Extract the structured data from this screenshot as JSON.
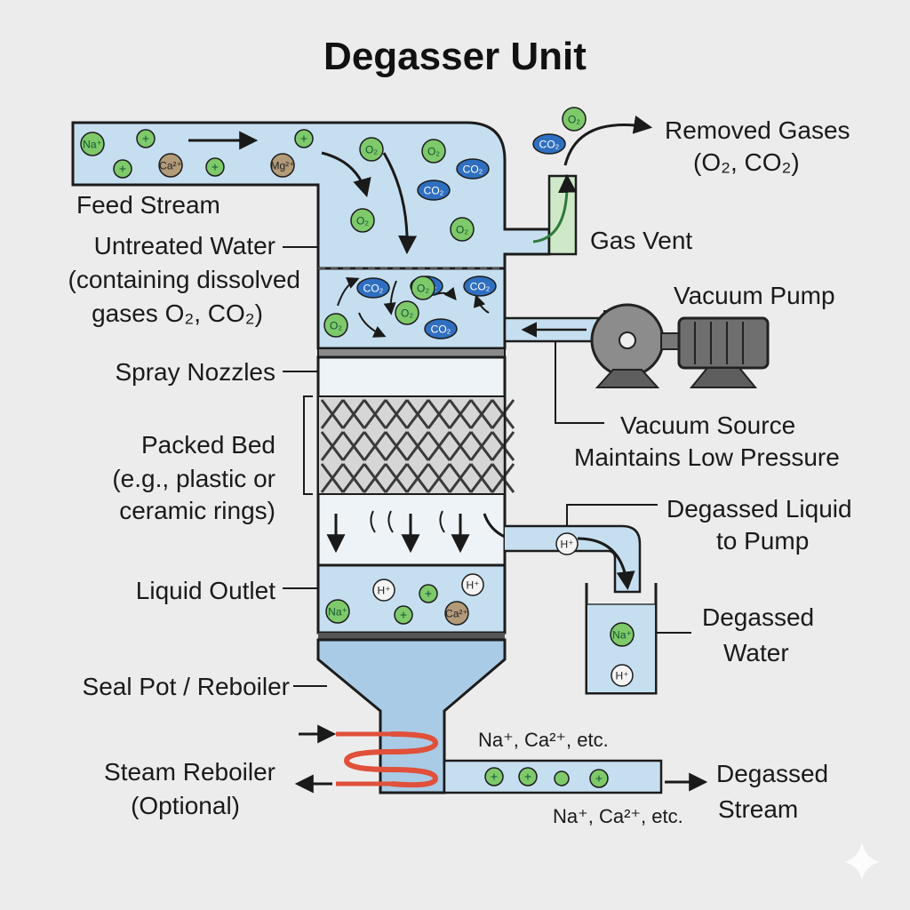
{
  "title": "Degasser Unit",
  "labels": {
    "removed_gases_1": "Removed Gases",
    "removed_gases_2": "(O₂, CO₂)",
    "gas_vent": "Gas Vent",
    "vacuum_pump": "Vacuum Pump",
    "vacuum_source_1": "Vacuum Source",
    "vacuum_source_2": "Maintains Low Pressure",
    "degassed_liquid_1": "Degassed Liquid",
    "degassed_liquid_2": "to Pump",
    "degassed_water_1": "Degassed",
    "degassed_water_2": "Water",
    "degassed_stream_1": "Degassed",
    "degassed_stream_2": "Stream",
    "feed_stream": "Feed Stream",
    "untreated_1": "Untreated Water",
    "untreated_2": "(containing dissolved",
    "untreated_3": "gases O₂, CO₂)",
    "spray_nozzles": "Spray Nozzles",
    "packed_bed_1": "Packed Bed",
    "packed_bed_2": "(e.g., plastic or",
    "packed_bed_3": "ceramic rings)",
    "liquid_outlet": "Liquid Outlet",
    "seal_pot": "Seal Pot / Reboiler",
    "steam_reboiler_1": "Steam Reboiler",
    "steam_reboiler_2": "(Optional)",
    "ions_top": "Na⁺, Ca²⁺, etc.",
    "ions_bottom": "Na⁺, Ca²⁺, etc."
  },
  "particles": {
    "na": "Na⁺",
    "ca": "Ca²⁺",
    "mg": "Mg²⁺",
    "h": "H⁺",
    "plus": "+",
    "o2": "O₂",
    "co2": "CO₂"
  },
  "colors": {
    "water": "#c6dff0",
    "water_deep": "#a9cbe6",
    "outline": "#1c1c1c",
    "o2_fill": "#7ec96a",
    "co2_fill": "#2f6fc0",
    "ca_fill": "#b39b7a",
    "coil": "#e0503a",
    "pump": "#7a7a7a",
    "vent_gas": "#cfe9c8"
  }
}
